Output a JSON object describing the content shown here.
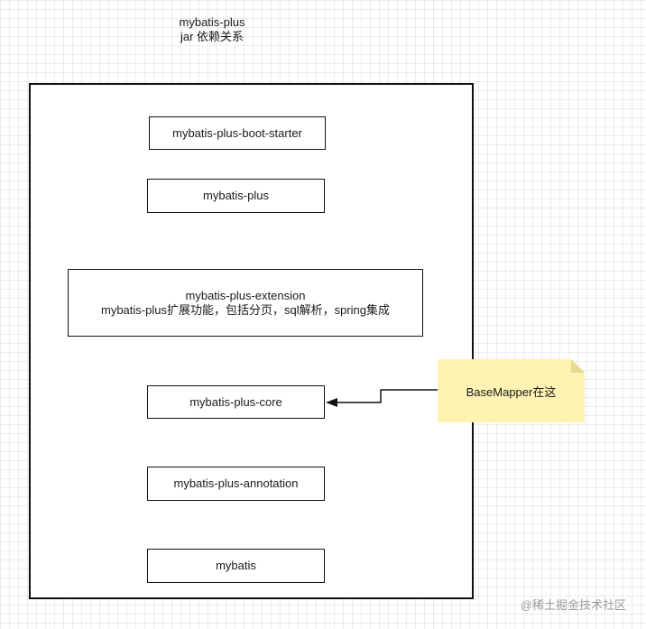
{
  "title": {
    "line1": "mybatis-plus",
    "line2": "jar 依赖关系"
  },
  "boxes": {
    "boot_starter": "mybatis-plus-boot-starter",
    "plus": "mybatis-plus",
    "extension": {
      "name": "mybatis-plus-extension",
      "desc": "mybatis-plus扩展功能，包括分页，sql解析，spring集成"
    },
    "core": "mybatis-plus-core",
    "annotation": "mybatis-plus-annotation",
    "mybatis": "mybatis"
  },
  "note": {
    "text": "BaseMapper在这",
    "color": "#fff2b3"
  },
  "watermark": "@稀土掘金技术社区"
}
